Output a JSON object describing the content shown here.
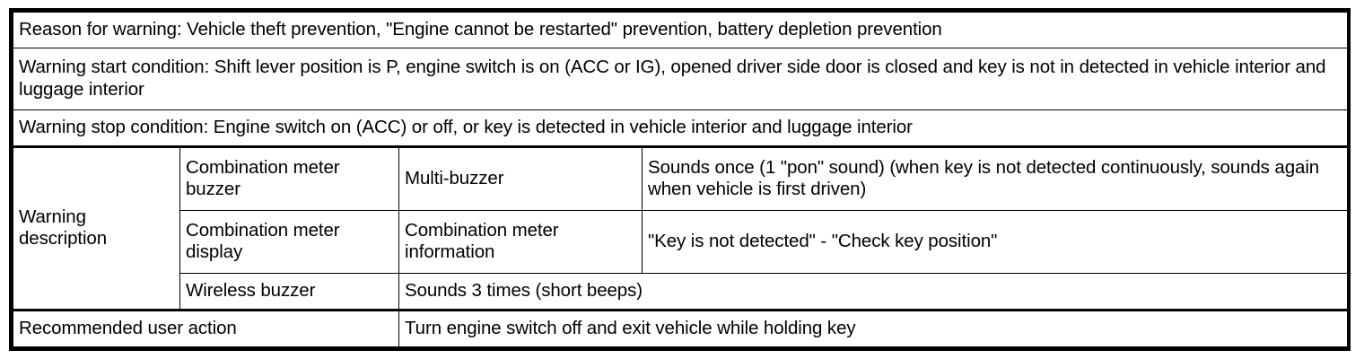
{
  "document": {
    "type": "vehicle-warning-specification-table",
    "rows": {
      "reason": "Reason for warning: Vehicle theft prevention, \"Engine cannot be restarted\" prevention, battery depletion prevention",
      "start_condition": "Warning start condition: Shift lever position is P, engine switch is on (ACC or IG), opened driver side door is closed and key is not in detected in vehicle interior and luggage interior",
      "stop_condition": "Warning stop condition: Engine switch on (ACC) or off, or key is detected in vehicle interior and luggage interior",
      "warning_description_label": "Warning description",
      "description_rows": [
        {
          "device": "Combination meter buzzer",
          "kind": "Multi-buzzer",
          "detail": "Sounds once (1 \"pon\" sound) (when key is not detected continuously, sounds again when vehicle is first driven)"
        },
        {
          "device": "Combination meter display",
          "kind": "Combination meter information",
          "detail": "\"Key is not detected\" - \"Check key position\""
        },
        {
          "device": "Wireless buzzer",
          "detail_merged": "Sounds 3 times (short beeps)"
        }
      ],
      "recommended_action_label": "Recommended user action",
      "recommended_action_value": "Turn engine switch off and exit vehicle while holding key"
    }
  },
  "colors": {
    "border": "#000000",
    "text": "#000000",
    "background": "#ffffff"
  }
}
